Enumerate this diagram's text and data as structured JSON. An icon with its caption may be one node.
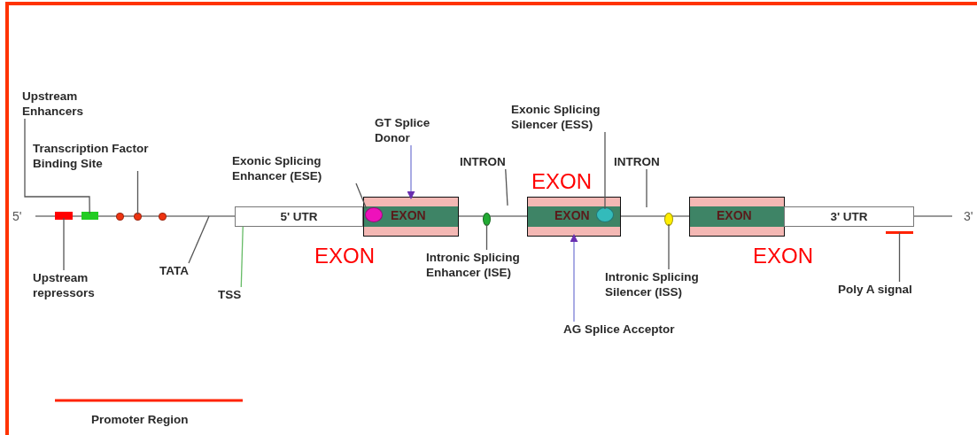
{
  "diagram": {
    "nodes": [
      {
        "text": [
          "Upstream Enhancers"
        ]
      },
      {
        "text": [
          "GT Splice Donor"
        ]
      },
      {
        "text": [
          "Exonic Splicing Silencer (ESS)"
        ]
      },
      {
        "text": [
          "Transcription Factor Binding Site"
        ]
      },
      {
        "text": [
          "Exonic Splicing Enhancer (ESE)"
        ]
      },
      {
        "text": [
          "INTRON"
        ]
      },
      {
        "text": [
          "INTRON"
        ]
      },
      {
        "text": [],
        "shape": "box"
      },
      {
        "text": [],
        "shape": "box"
      },
      {
        "text": [],
        "shape": "circle"
      },
      {
        "text": [],
        "shape": "circle"
      },
      {
        "text": [],
        "shape": "circle"
      },
      {
        "text": [
          "5' UTR"
        ]
      },
      {
        "text": [
          "EXON"
        ]
      },
      {
        "text": [],
        "shape": "circle",
        "in": 13
      },
      {
        "text": [],
        "shape": "circle"
      },
      {
        "text": [
          "EXON"
        ]
      },
      {
        "text": [],
        "shape": "circle",
        "in": 16
      },
      {
        "text": [],
        "shape": "circle"
      },
      {
        "text": [
          "EXON"
        ]
      },
      {
        "text": [
          "3' UTR"
        ]
      },
      {
        "text": [],
        "shape": "bar"
      },
      {
        "text": [
          "Upstream repressors"
        ]
      },
      {
        "text": [
          "TATA"
        ]
      },
      {
        "text": [
          "TSS"
        ]
      },
      {
        "text": [
          "Intronic Splicing Enhancer (ISE)"
        ]
      },
      {
        "text": [
          "Intronic Splicing Silencer (ISS)"
        ]
      },
      {
        "text": [
          "Poly A signal"
        ]
      },
      {
        "text": [
          "AG Splice Acceptor"
        ]
      }
    ],
    "edges": [
      {
        "from": 0,
        "to": 8,
        "arrow": "none"
      },
      {
        "from": 3,
        "to": 10,
        "arrow": "none"
      },
      {
        "from": 22,
        "to": 7,
        "arrow": "none"
      },
      {
        "from": 23,
        "to": null,
        "arrow": "none"
      },
      {
        "from": 24,
        "to": 12,
        "arrow": "none",
        "color": "#66bb66"
      },
      {
        "from": 4,
        "to": 14,
        "arrow": "none"
      },
      {
        "from": 1,
        "to": 13,
        "arrow": "to",
        "color": "#7b7fd6"
      },
      {
        "from": 5,
        "to": null,
        "arrow": "none"
      },
      {
        "from": 2,
        "to": 17,
        "arrow": "none"
      },
      {
        "from": 6,
        "to": null,
        "arrow": "none"
      },
      {
        "from": 25,
        "to": 15,
        "arrow": "none"
      },
      {
        "from": 26,
        "to": 18,
        "arrow": "none"
      },
      {
        "from": 27,
        "to": 21,
        "arrow": "none"
      },
      {
        "from": 28,
        "to": 16,
        "arrow": "to",
        "color": "#7b7fd6"
      }
    ],
    "labels": [
      "EXON",
      "5'",
      "3'",
      "EXON",
      "EXON",
      "Promoter Region"
    ]
  }
}
